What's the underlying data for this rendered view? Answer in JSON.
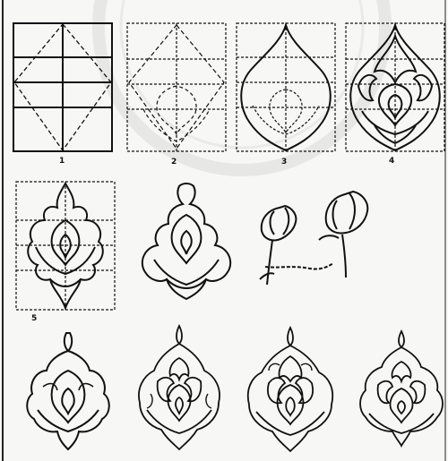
{
  "sheet": {
    "labels": {
      "step1": "1",
      "step2": "2",
      "step3": "3",
      "step4": "4",
      "step5": "5"
    },
    "colors": {
      "paper": "#f7f7f5",
      "ink": "#111111",
      "watermark": "#bdbdbd"
    }
  }
}
